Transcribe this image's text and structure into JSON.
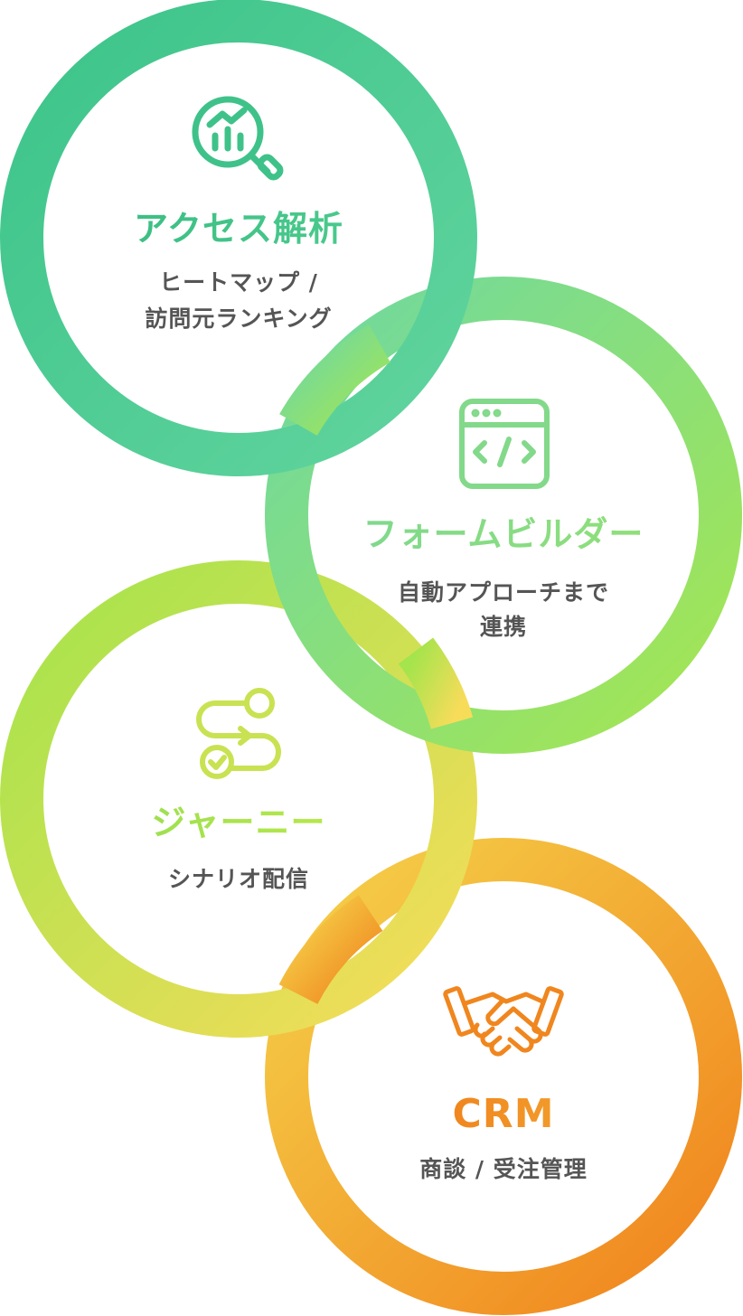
{
  "features": [
    {
      "id": "access",
      "icon": "analytics-search-icon",
      "title": "アクセス解析",
      "desc_line1": "ヒートマップ /",
      "desc_line2": "訪問元ランキング",
      "color": "#3cbf84"
    },
    {
      "id": "form",
      "icon": "code-window-icon",
      "title": "フォームビルダー",
      "desc_line1": "自動アプローチまで",
      "desc_line2": "連携",
      "color": "#7fd97f"
    },
    {
      "id": "journey",
      "icon": "journey-path-icon",
      "title": "ジャーニー",
      "desc_line1": "シナリオ配信",
      "color": "#a6e64a"
    },
    {
      "id": "crm",
      "icon": "handshake-icon",
      "title": "CRM",
      "desc_line1": "商談 / 受注管理",
      "color": "#f08a24"
    }
  ],
  "colors": {
    "green_dark": "#3cc48a",
    "green_mid": "#7ad99c",
    "lime": "#a8e64e",
    "yellow": "#f2d54a",
    "orange": "#f0861e",
    "desc_text": "#555555"
  }
}
